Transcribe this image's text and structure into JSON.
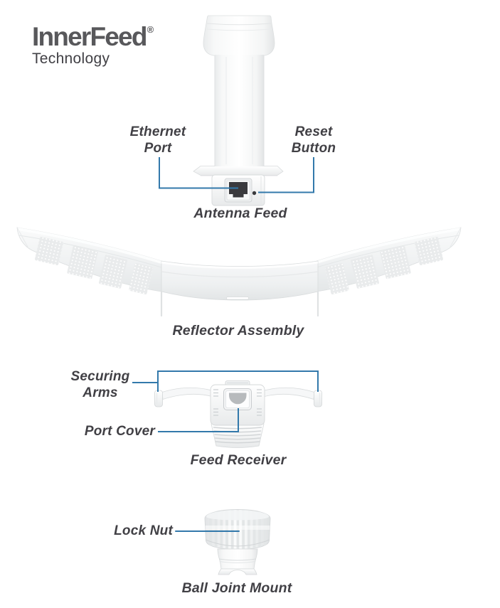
{
  "logo": {
    "brand": "InnerFeed",
    "registered": "®",
    "subtitle": "Technology"
  },
  "colors": {
    "accent_blue": "#3379ab",
    "text_dark": "#414045",
    "logo_gray": "#58585b"
  },
  "antenna_feed": {
    "caption": "Antenna Feed",
    "labels": {
      "ethernet_port": {
        "line1": "Ethernet",
        "line2": "Port"
      },
      "reset_button": {
        "line1": "Reset",
        "line2": "Button"
      }
    }
  },
  "reflector": {
    "caption": "Reflector Assembly"
  },
  "feed_receiver": {
    "caption": "Feed Receiver",
    "labels": {
      "securing_arms": {
        "line1": "Securing",
        "line2": "Arms"
      },
      "port_cover": "Port Cover"
    }
  },
  "ball_joint": {
    "caption": "Ball Joint Mount",
    "labels": {
      "lock_nut": "Lock Nut"
    }
  }
}
